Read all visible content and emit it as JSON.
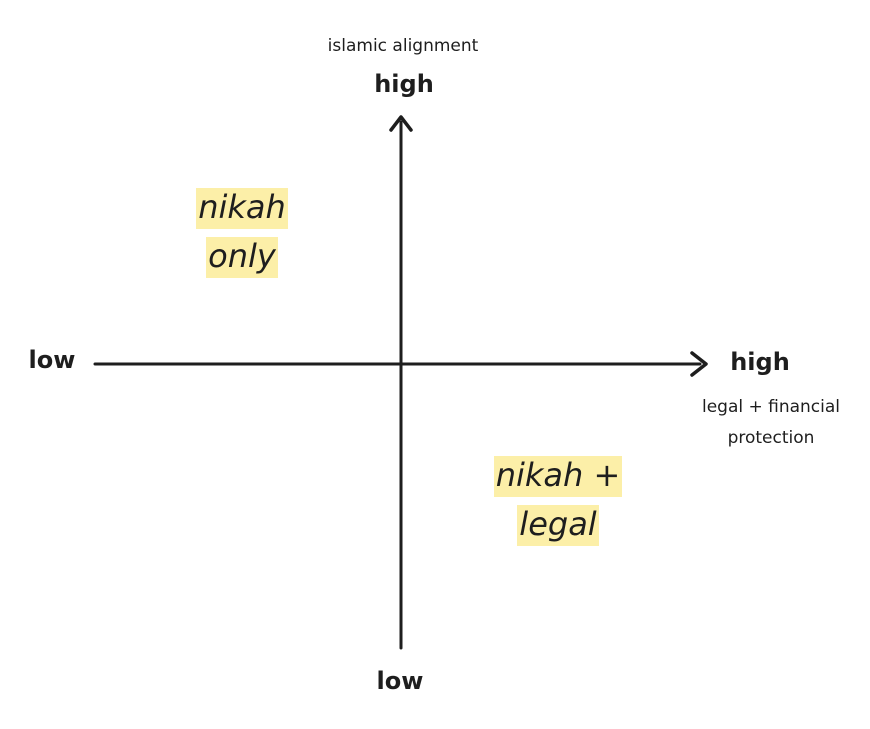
{
  "y_axis": {
    "title": "islamic alignment",
    "high_label": "high",
    "low_label": "low"
  },
  "x_axis": {
    "title_line1": "legal + financial",
    "title_line2": "protection",
    "high_label": "high",
    "low_label": "low"
  },
  "quadrant_notes": {
    "top_left": [
      "nikah",
      "only"
    ],
    "bottom_right": [
      "nikah +",
      "legal"
    ]
  },
  "colors": {
    "axis": "#1e1e1e",
    "highlight": "#fcefa8",
    "text": "#1e1e1e"
  }
}
